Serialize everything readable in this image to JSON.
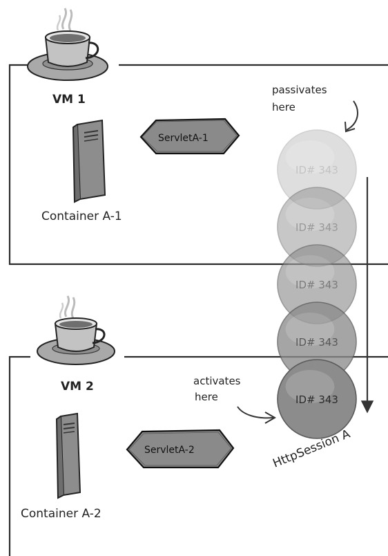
{
  "vm1": {
    "label": "VM 1",
    "container_label": "Container A-1",
    "servlet_label": "ServletA-1"
  },
  "vm2": {
    "label": "VM 2",
    "container_label": "Container A-2",
    "servlet_label": "ServletA-2"
  },
  "session": {
    "label": "HttpSession A",
    "id_label": "ID# 343",
    "ids": [
      "ID# 343",
      "ID# 343",
      "ID# 343",
      "ID# 343",
      "ID# 343"
    ],
    "opacities": [
      0.28,
      0.48,
      0.62,
      0.78,
      1.0
    ]
  },
  "annotations": {
    "passivates": [
      "passivates",
      "here"
    ],
    "activates": [
      "activates",
      "here"
    ]
  },
  "colors": {
    "cup": "#bdbdbd",
    "saucer": "#a9a9a9",
    "server": "#8d8d8d",
    "hexagon": "#8a8a8a",
    "session_fill": "#8c8c8c",
    "frame": "#2b2b2b"
  }
}
